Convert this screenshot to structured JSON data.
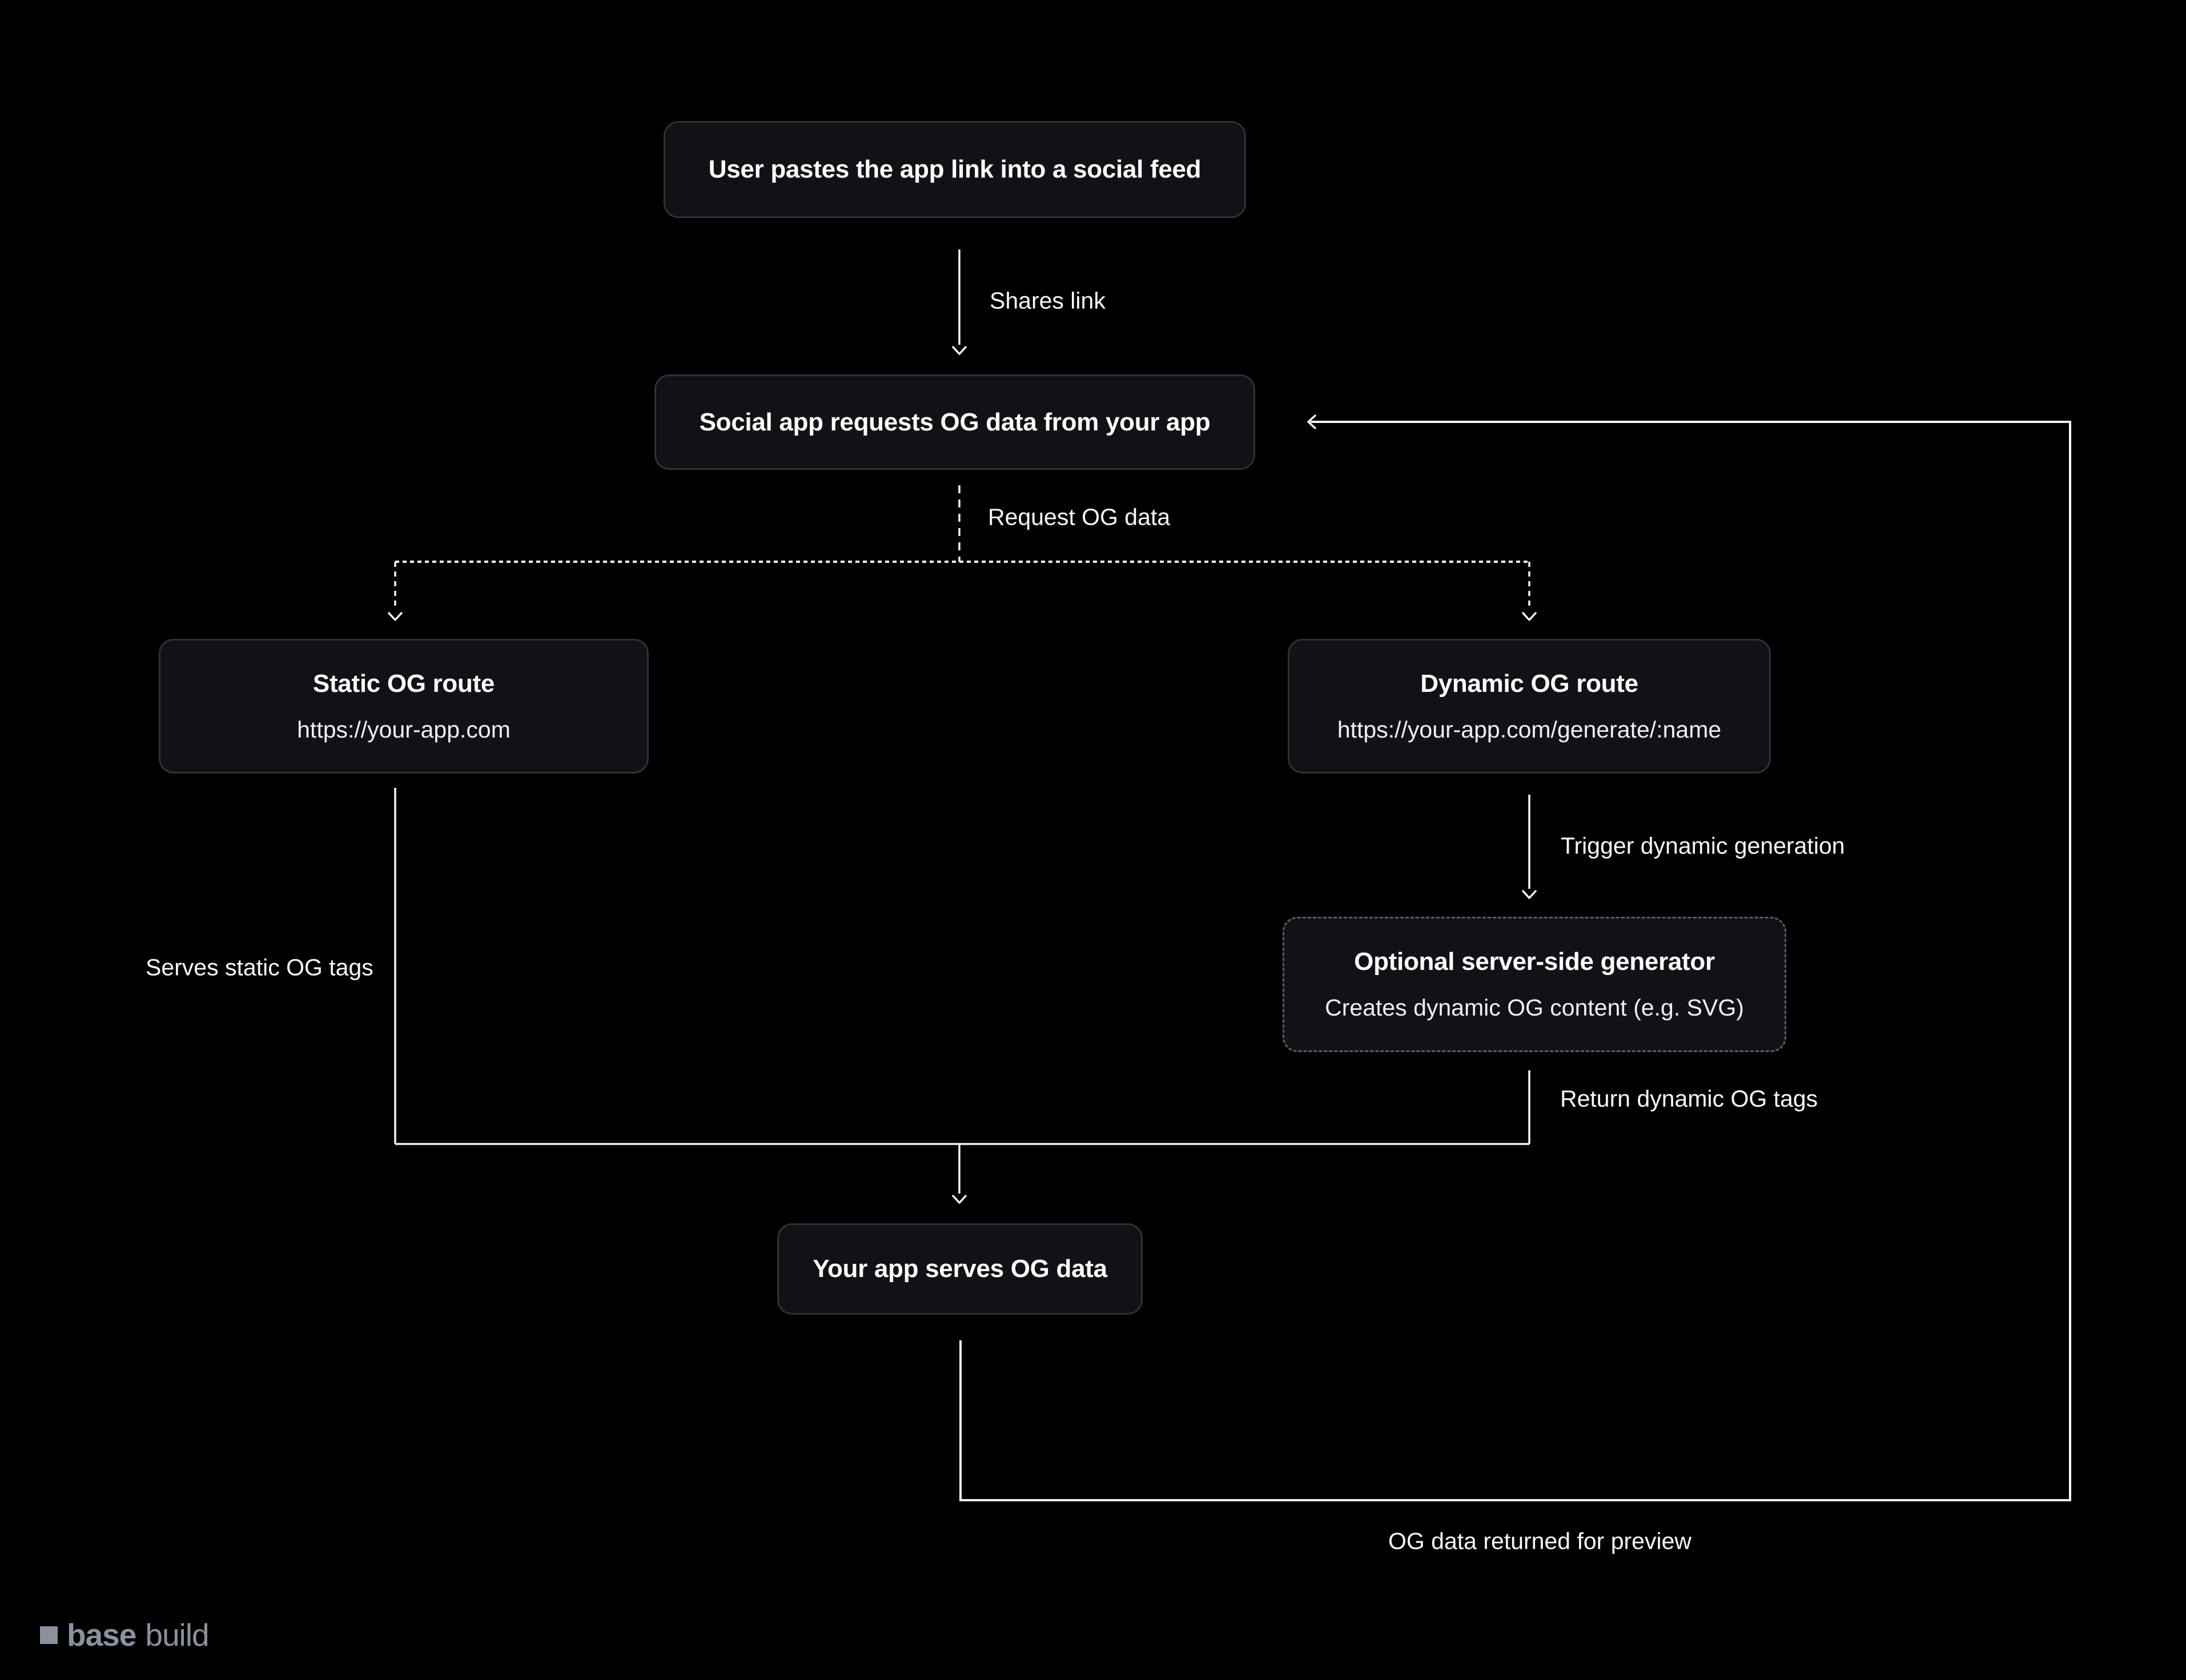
{
  "diagram": {
    "nodes": {
      "user_paste": {
        "title": "User pastes the app link into a social feed"
      },
      "social_request": {
        "title": "Social app requests OG data from your app"
      },
      "static_route": {
        "title": "Static OG route",
        "subtitle": "https://your-app.com"
      },
      "dynamic_route": {
        "title": "Dynamic OG route",
        "subtitle": "https://your-app.com/generate/:name"
      },
      "generator": {
        "title": "Optional server-side generator",
        "subtitle": "Creates dynamic OG content (e.g. SVG)"
      },
      "serve": {
        "title": "Your app serves OG data"
      }
    },
    "edge_labels": {
      "shares_link": "Shares link",
      "request_og_data": "Request OG data",
      "serves_static": "Serves static OG tags",
      "trigger_dynamic": "Trigger dynamic generation",
      "return_dynamic": "Return dynamic OG tags",
      "og_returned": "OG data returned for preview"
    }
  },
  "footer": {
    "logo_bold": "base",
    "logo_light": "build"
  },
  "colors": {
    "background": "#000000",
    "node_background": "#101216",
    "node_border": "#2c313b",
    "dashed_border": "#585d66",
    "line": "#f4f5f6",
    "title_text": "#ffffff",
    "logo_gray": "#8b919e"
  }
}
